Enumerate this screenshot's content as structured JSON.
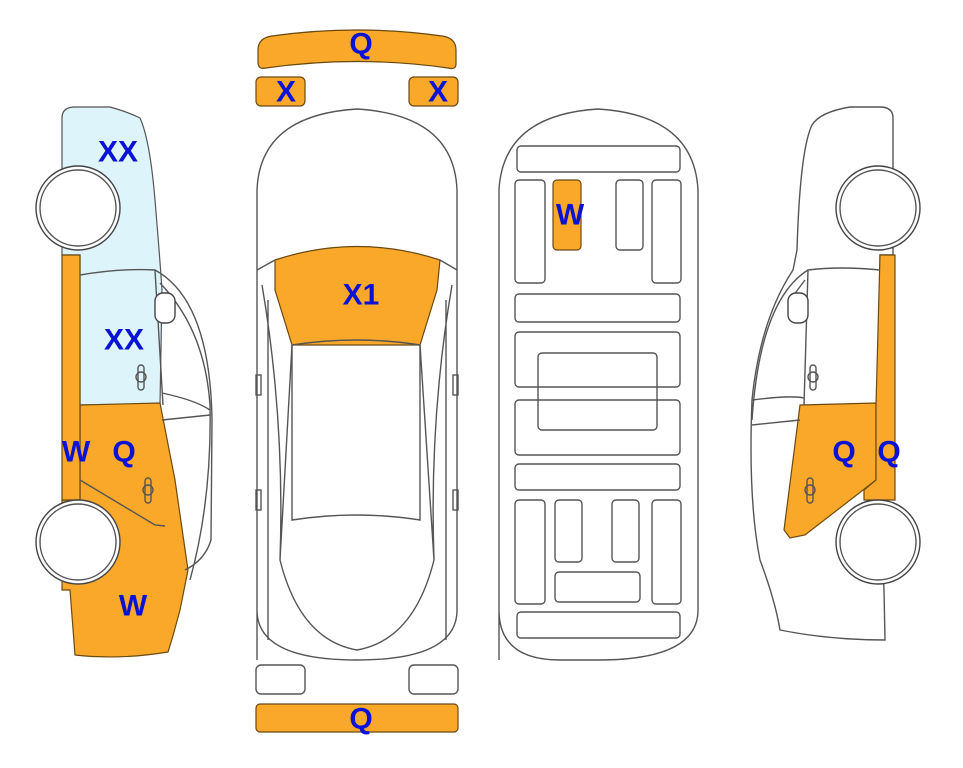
{
  "colors": {
    "damage": "#F9A82A",
    "glass": "#DDF4FB",
    "label": "#0A12D6",
    "outline": "#555555"
  },
  "labels": {
    "front_bumper": "Q",
    "front_light_left": "X",
    "front_light_right": "X",
    "hood": "X1",
    "roof_panel": "W",
    "rear_bumper": "Q",
    "left_rear_glass": "XX",
    "left_rear_window": "XX",
    "left_sill": "W",
    "left_rear_door": "Q",
    "left_rear_fender": "W",
    "right_door": "Q",
    "right_sill": "Q"
  }
}
